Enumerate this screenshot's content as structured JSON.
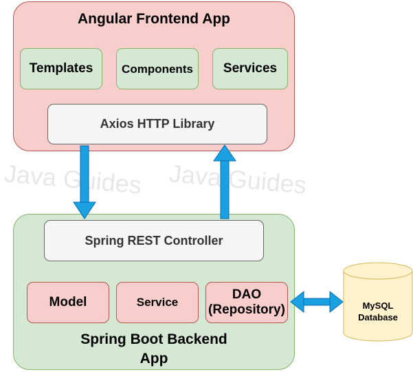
{
  "frontend": {
    "title": "Angular Frontend App",
    "modules": [
      "Templates",
      "Components",
      "Services"
    ],
    "http_library": "Axios HTTP Library"
  },
  "backend": {
    "title_line1": "Spring Boot Backend",
    "title_line2": "App",
    "controller": "Spring REST Controller",
    "layers": {
      "model": "Model",
      "service": "Service",
      "dao_line1": "DAO",
      "dao_line2": "(Repository)"
    }
  },
  "database": {
    "line1": "MySQL",
    "line2": "Database"
  },
  "watermark": "Java Guides",
  "colors": {
    "frontend_fill": "#f8cecc",
    "backend_fill": "#d5e8d4",
    "component_fill": "#d5e8d4",
    "library_fill": "#f5f5f5",
    "db_fill": "#fff2cc",
    "db_stroke": "#d6b656",
    "arrow": "#1ba1e2"
  }
}
